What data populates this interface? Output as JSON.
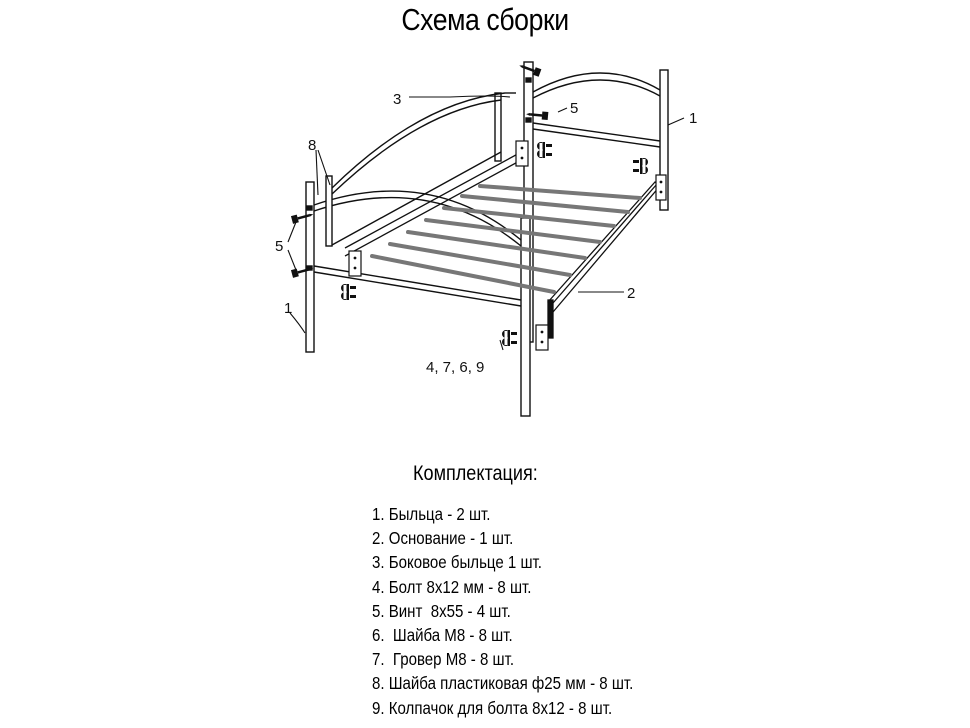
{
  "title": "Схема сборки",
  "callouts": {
    "c1_right": "1",
    "c1_left": "1",
    "c2": "2",
    "c3": "3",
    "c5_right": "5",
    "c5_left": "5",
    "c8": "8",
    "c4769": "4, 7, 6, 9"
  },
  "parts": {
    "heading": "Комплектация:",
    "items": [
      "1. Быльца - 2 шт.",
      "2. Основание - 1 шт.",
      "3. Боковое быльце 1 шт.",
      "4. Болт 8х12 мм - 8 шт.",
      "5. Винт  8х55 - 4 шт.",
      "6.  Шайба М8 - 8 шт.",
      "7.  Гровер М8 - 8 шт.",
      "8. Шайба пластиковая ф25 мм - 8 шт.",
      "9. Колпачок для болта 8х12 - 8 шт."
    ]
  }
}
